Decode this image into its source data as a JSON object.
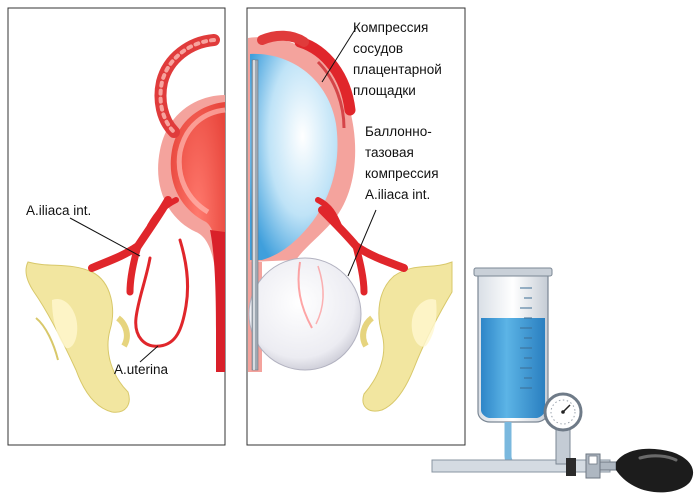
{
  "labels": {
    "iliaca_left": "A.iliaca int.",
    "uterina": "A.uterina",
    "compression_line1": "Компрессия",
    "compression_line2": "сосудов",
    "compression_line3": "плацентарной",
    "compression_line4": "площадки",
    "balloon_line1": "Баллонно-",
    "balloon_line2": "тазовая",
    "balloon_line3": "компрессия",
    "balloon_line4": "A.iliaca int."
  },
  "colors": {
    "artery": "#e0262b",
    "uterus_wall": "#f2a9a4",
    "placenta_blue": "#5fb4e3",
    "bone": "#f3e89a",
    "balloon": "#e6e6ec",
    "water": "#3a9ad6",
    "bulb": "#1c1c1c"
  }
}
